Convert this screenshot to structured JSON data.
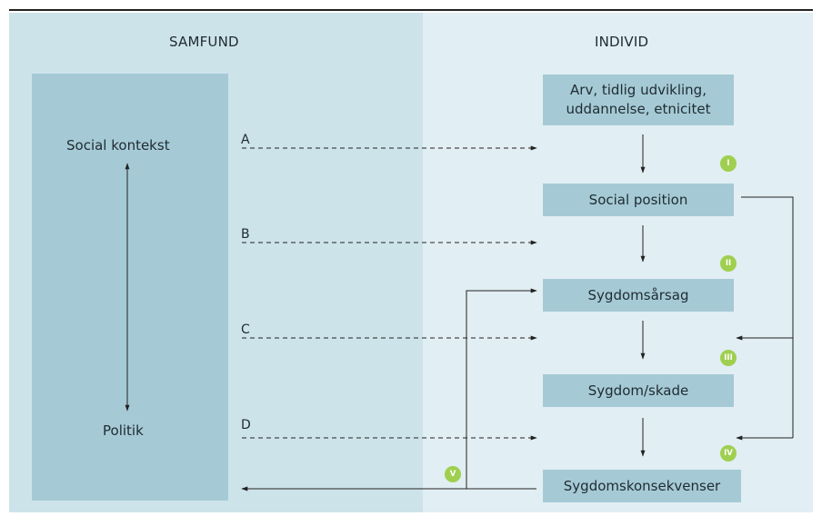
{
  "headers": {
    "left": "SAMFUND",
    "right": "INDIVID"
  },
  "society": {
    "top": "Social kontekst",
    "bottom": "Politik"
  },
  "letters": [
    "A",
    "B",
    "C",
    "D"
  ],
  "boxes": {
    "origin": "Arv, tidlig udvikling, uddannelse, etnicitet",
    "position": "Social position",
    "cause": "Sygdomsårsag",
    "illness": "Sygdom/skade",
    "consequences": "Sygdomskonsekvenser"
  },
  "badges": [
    "I",
    "II",
    "III",
    "IV",
    "V"
  ],
  "colors": {
    "society_panel": "#cde3ea",
    "individual_panel": "#e1eef3",
    "box": "#a5cad6",
    "badge": "#9fcf4f"
  }
}
